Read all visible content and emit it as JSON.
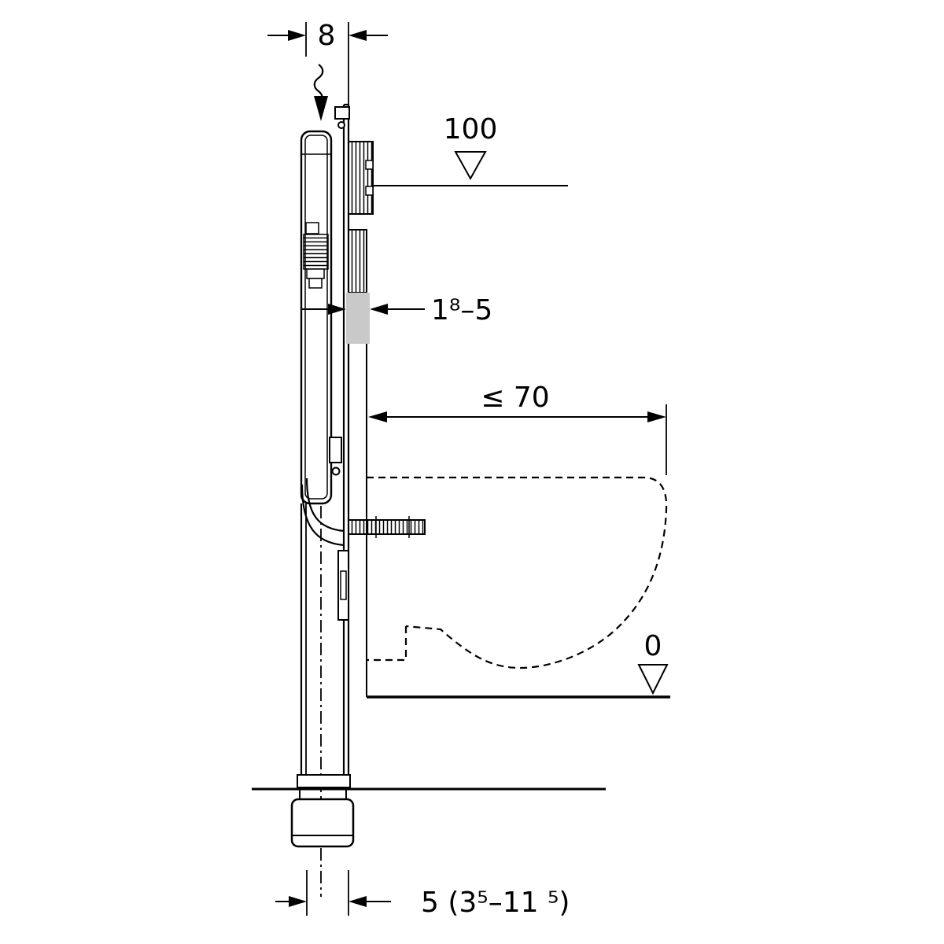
{
  "labels": {
    "top_width": "8",
    "actuation_height": "100",
    "wall_finish_range": "1⁸–5",
    "max_depth": "≤ 70",
    "floor_level": "0",
    "bottom_offset": "5 (3⁵–11 ⁵)"
  },
  "colors": {
    "background": "#ffffff",
    "line": "#000000",
    "finish_band": "#c9c9c9"
  }
}
